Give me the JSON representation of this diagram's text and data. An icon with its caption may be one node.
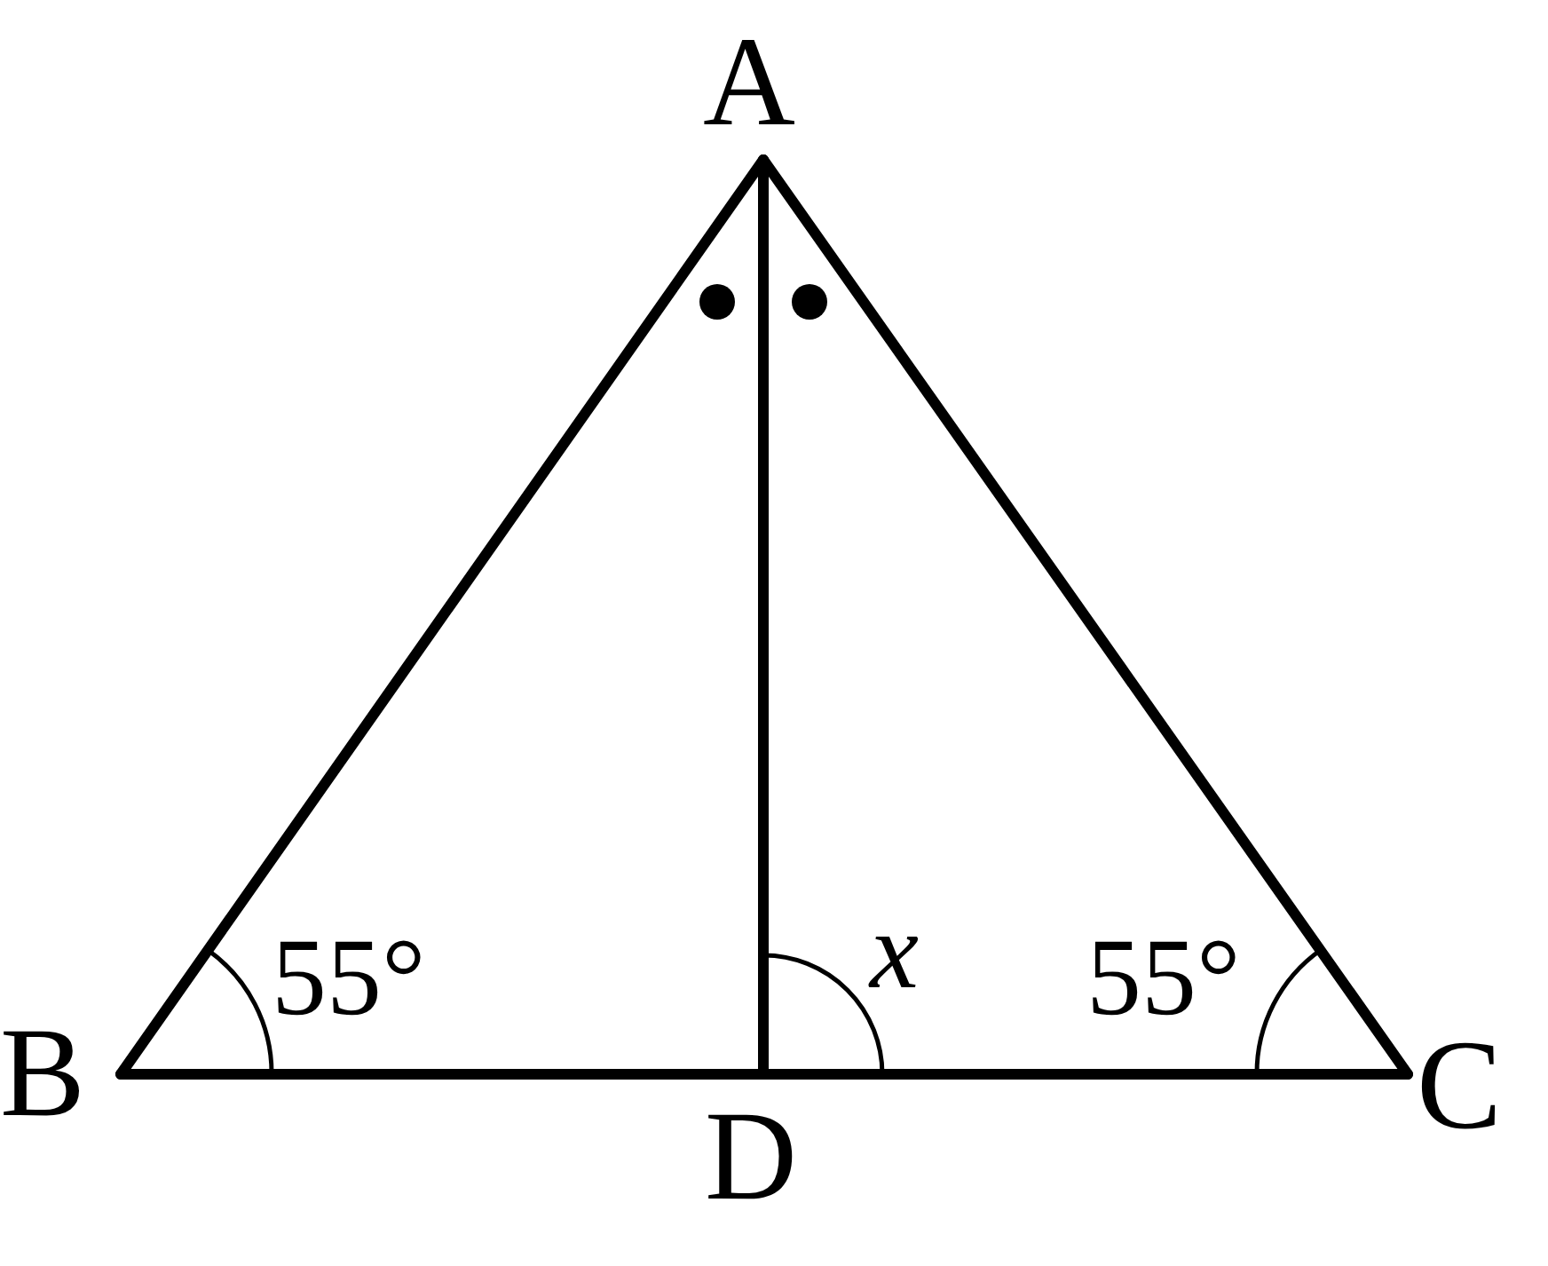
{
  "diagram": {
    "nodes": [
      {
        "text": [
          "A"
        ]
      },
      {
        "text": [
          "B"
        ]
      },
      {
        "text": [
          "C"
        ]
      },
      {
        "text": [
          "D"
        ]
      }
    ],
    "edges": [
      {
        "from": 0,
        "to": 1,
        "arrow": "none"
      },
      {
        "from": 0,
        "to": 2,
        "arrow": "none"
      },
      {
        "from": 1,
        "to": 3,
        "arrow": "none"
      },
      {
        "from": 3,
        "to": 2,
        "arrow": "none"
      },
      {
        "from": 0,
        "to": 3,
        "arrow": "none"
      }
    ],
    "labels": [
      "55°",
      "*x*",
      "55°"
    ]
  }
}
